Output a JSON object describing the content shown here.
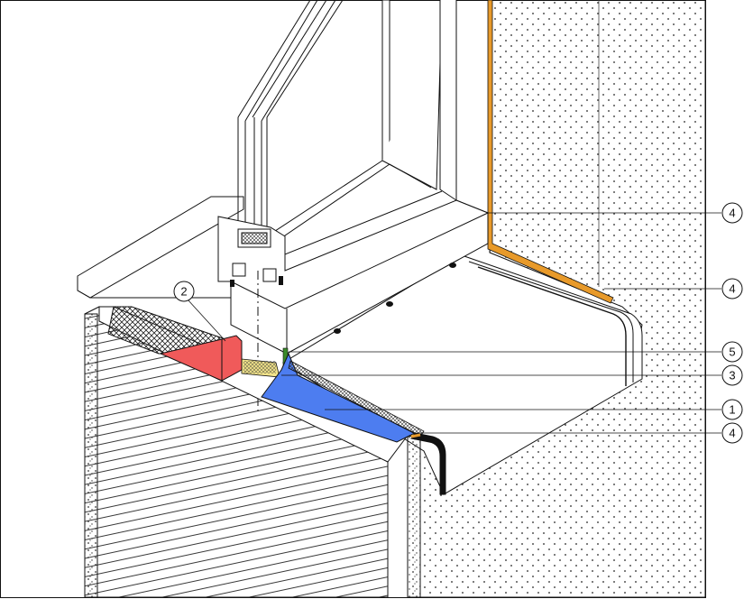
{
  "colors": {
    "line": "#111111",
    "red_part": "#f05a5a",
    "blue_part": "#4d7df0",
    "orange_membrane": "#e89a2a",
    "yellow_strip": "#f1e38a",
    "green_strip": "#3a8a2a",
    "white": "#ffffff"
  },
  "callouts": [
    {
      "id": "c-top",
      "label": "4"
    },
    {
      "id": "c-right",
      "label": "4"
    },
    {
      "id": "c-five",
      "label": "5"
    },
    {
      "id": "c-three",
      "label": "3"
    },
    {
      "id": "c-one",
      "label": "1"
    },
    {
      "id": "c-lower",
      "label": "4"
    },
    {
      "id": "c-two",
      "label": "2"
    }
  ]
}
